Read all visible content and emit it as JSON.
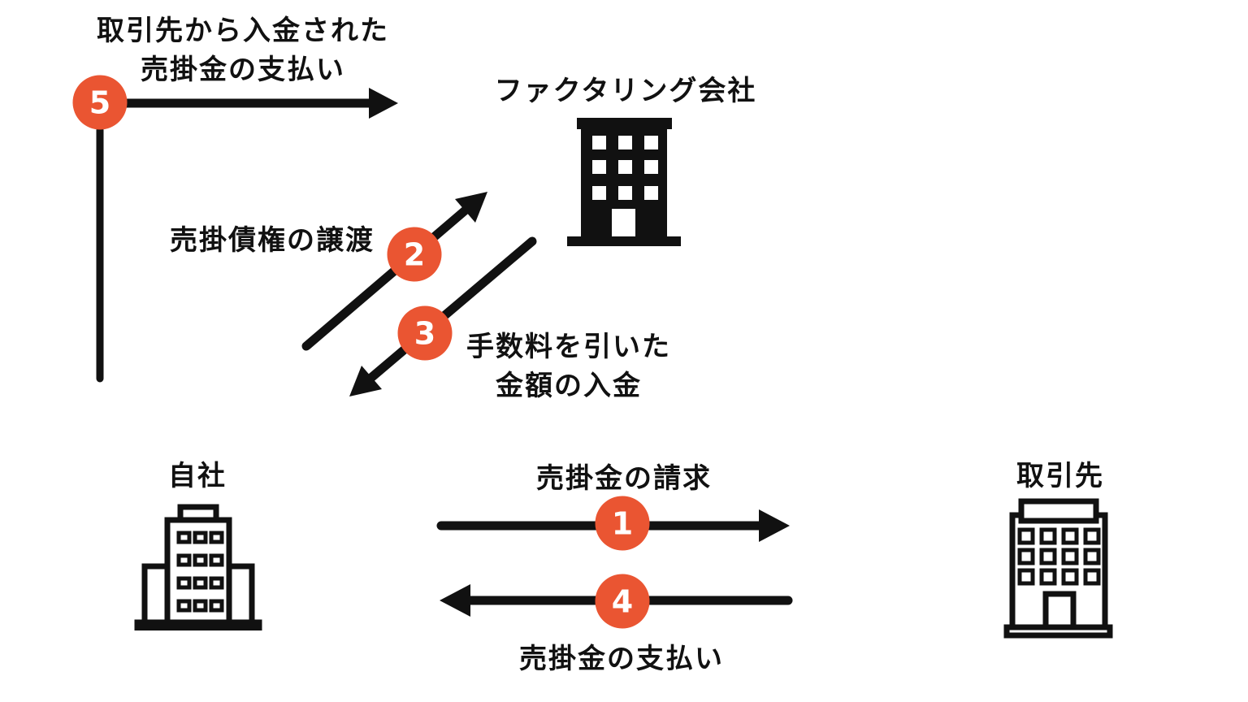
{
  "diagram": {
    "entities": {
      "factoring_company": "ファクタリング会社",
      "own_company": "自社",
      "client": "取引先"
    },
    "steps": {
      "step1": {
        "number": "1",
        "label": "売掛金の請求"
      },
      "step2": {
        "number": "2",
        "label": "売掛債権の譲渡"
      },
      "step3": {
        "number": "3",
        "label_line1": "手数料を引いた",
        "label_line2": "金額の入金"
      },
      "step4": {
        "number": "4",
        "label": "売掛金の支払い"
      },
      "step5": {
        "number": "5",
        "label_line1": "取引先から入金された",
        "label_line2": "売掛金の支払い"
      }
    },
    "colors": {
      "accent": "#EA5532",
      "ink": "#111111",
      "background": "#FFFFFF"
    }
  }
}
